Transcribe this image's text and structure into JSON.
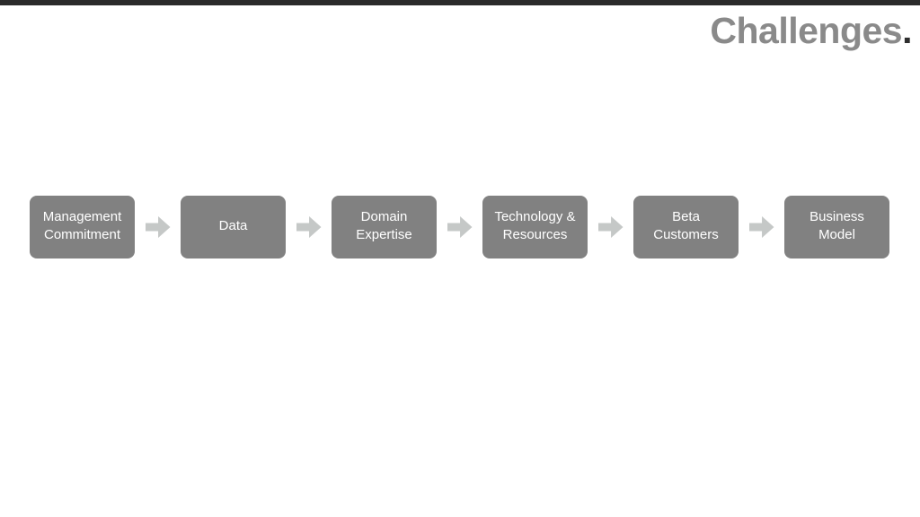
{
  "slide": {
    "title": {
      "text": "Challenges",
      "period": ".",
      "text_color": "#8a8a8a",
      "period_color": "#2e2e2e"
    },
    "top_bar_color": "#2b2b2b",
    "background_color": "#ffffff",
    "flow": {
      "type": "process-flow",
      "direction": "left-to-right",
      "box_color": "#818181",
      "box_text_color": "#ffffff",
      "arrow_color": "#c5c8c7",
      "arrow_icon": "right-block-arrow",
      "boxes": [
        {
          "label": "Management\nCommitment"
        },
        {
          "label": "Data"
        },
        {
          "label": "Domain\nExpertise"
        },
        {
          "label": "Technology &\nResources"
        },
        {
          "label": "Beta\nCustomers"
        },
        {
          "label": "Business\nModel"
        }
      ]
    }
  }
}
